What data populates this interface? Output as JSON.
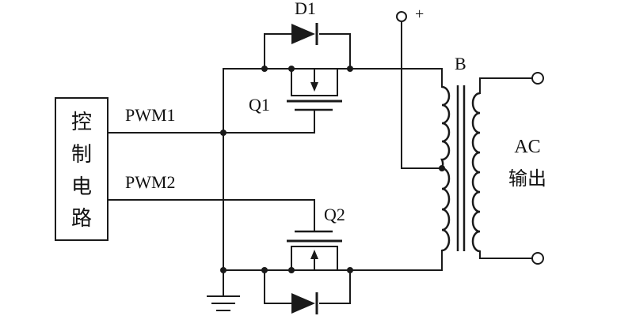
{
  "diagram": {
    "control_block": {
      "lines": [
        "控",
        "制",
        "电",
        "路"
      ]
    },
    "labels": {
      "pwm1": "PWM1",
      "pwm2": "PWM2",
      "d1": "D1",
      "q1": "Q1",
      "q2": "Q2",
      "b": "B",
      "plus": "+",
      "ac": "AC",
      "output": "输出"
    }
  }
}
